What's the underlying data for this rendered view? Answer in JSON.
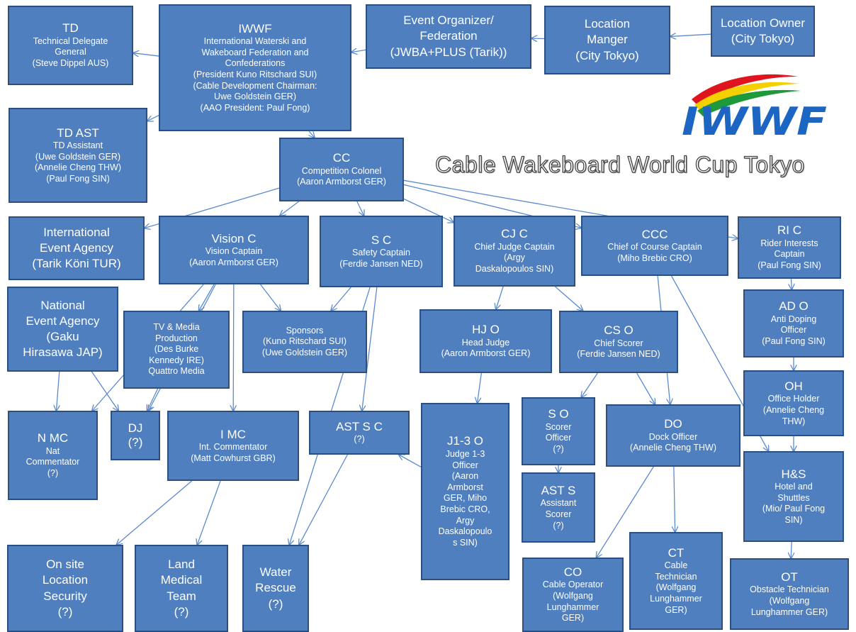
{
  "headline": "Cable Wakeboard World Cup Tokyo",
  "logo": {
    "text": "IWWF",
    "stripe_colors": [
      "#e0141e",
      "#f5d000",
      "#1f9a3a"
    ],
    "text_color": "#1d65c2"
  },
  "colors": {
    "box_fill": "#4f7fbf",
    "box_border": "#2c4f82",
    "connector": "#5b8ad0"
  },
  "nodes": {
    "td": {
      "title": "TD",
      "lines": [
        "Technical Delegate",
        "General",
        "(Steve Dippel AUS)"
      ]
    },
    "iwwf": {
      "title": "IWWF",
      "lines": [
        "International Waterski and",
        "Wakeboard Federation and",
        "Confederations",
        "(President Kuno Ritschard SUI)",
        "(Cable Development Chairman:",
        "Uwe Goldstein GER)",
        "(AAO President: Paul Fong)"
      ]
    },
    "eo": {
      "title": "",
      "lines": [
        "Event Organizer/",
        "Federation",
        "(JWBA+PLUS (Tarik))"
      ]
    },
    "lm": {
      "title": "",
      "lines": [
        "Location",
        "Manger",
        "(City Tokyo)"
      ]
    },
    "lo": {
      "title": "",
      "lines": [
        "Location Owner",
        "(City Tokyo)"
      ]
    },
    "tdast": {
      "title": "TD AST",
      "lines": [
        "TD Assistant",
        "(Uwe Goldstein GER)",
        "(Annelie Cheng THW)",
        "(Paul Fong  SIN)"
      ]
    },
    "cc": {
      "title": "CC",
      "lines": [
        "Competition Colonel",
        "(Aaron Armborst GER)"
      ]
    },
    "iea": {
      "title": "",
      "lines": [
        "International",
        "Event Agency",
        "(Tarik Köni TUR)"
      ]
    },
    "visc": {
      "title": "Vision C",
      "lines": [
        "Vision Captain",
        "(Aaron Armborst GER)"
      ]
    },
    "sc": {
      "title": "S C",
      "lines": [
        "Safety Captain",
        "(Ferdie Jansen NED)"
      ]
    },
    "cjc": {
      "title": "CJ C",
      "lines": [
        "Chief Judge Captain",
        "(Argy",
        "Daskalopoulos SIN)"
      ]
    },
    "ccc": {
      "title": "CCC",
      "lines": [
        "Chief of Course Captain",
        "(Miho Brebic CRO)"
      ]
    },
    "ric": {
      "title": "RI C",
      "lines": [
        "Rider Interests",
        "Captain",
        "(Paul Fong SIN)"
      ]
    },
    "nea": {
      "title": "",
      "lines": [
        "National",
        "Event Agency",
        "(Gaku",
        "Hirasawa JAP)"
      ]
    },
    "tvm": {
      "title": "",
      "lines": [
        "TV & Media",
        "Production",
        "(Des Burke",
        "Kennedy IRE)",
        "Quattro Media"
      ]
    },
    "spon": {
      "title": "",
      "lines": [
        "Sponsors",
        "(Kuno Ritschard SUI)",
        "(Uwe Goldstein GER)"
      ]
    },
    "hjo": {
      "title": "HJ O",
      "lines": [
        "Head Judge",
        "(Aaron Armborst GER)"
      ]
    },
    "cso": {
      "title": "CS O",
      "lines": [
        "Chief Scorer",
        "(Ferdie Jansen NED)"
      ]
    },
    "ado": {
      "title": "AD O",
      "lines": [
        "Anti Doping",
        "Officer",
        "(Paul Fong SIN)"
      ]
    },
    "oh": {
      "title": "OH",
      "lines": [
        "Office Holder",
        "(Annelie Cheng",
        "THW)"
      ]
    },
    "nmc": {
      "title": "N MC",
      "lines": [
        "Nat",
        "Commentator",
        "(?)"
      ]
    },
    "dj": {
      "title": "DJ",
      "lines": [
        "(?)"
      ]
    },
    "imc": {
      "title": "I MC",
      "lines": [
        "Int. Commentator",
        "(Matt Cowhurst GBR)"
      ]
    },
    "astsc": {
      "title": "AST S C",
      "lines": [
        "(?)"
      ]
    },
    "j13": {
      "title": "J1-3 O",
      "lines": [
        "Judge 1-3",
        "Officer",
        "(Aaron",
        "Armborst",
        "GER, Miho",
        "Brebic CRO,",
        "Argy",
        "Daskalopoulo",
        "s SIN)"
      ]
    },
    "so": {
      "title": "S O",
      "lines": [
        "Scorer",
        "Officer",
        "(?)"
      ]
    },
    "asts": {
      "title": "AST S",
      "lines": [
        "Assistant",
        "Scorer",
        "(?)"
      ]
    },
    "do": {
      "title": "DO",
      "lines": [
        "Dock Officer",
        "(Annelie Cheng THW)"
      ]
    },
    "hs": {
      "title": "H&S",
      "lines": [
        "Hotel and",
        "Shuttles",
        "(Mio/ Paul Fong",
        "SIN)"
      ]
    },
    "osls": {
      "title": "",
      "lines": [
        "On site",
        "Location",
        "Security",
        "(?)"
      ]
    },
    "lmt": {
      "title": "",
      "lines": [
        "Land",
        "Medical",
        "Team",
        "(?)"
      ]
    },
    "wr": {
      "title": "",
      "lines": [
        "Water",
        "Rescue",
        "(?)"
      ]
    },
    "co": {
      "title": "CO",
      "lines": [
        "Cable Operator",
        "(Wolfgang",
        "Lunghammer",
        "GER)"
      ]
    },
    "ct": {
      "title": "CT",
      "lines": [
        "Cable",
        "Technician",
        "(Wolfgang",
        "Lunghammer",
        "GER)"
      ]
    },
    "ot": {
      "title": "OT",
      "lines": [
        "Obstacle Technician",
        "(Wolfgang",
        "Lunghammer GER)"
      ]
    }
  },
  "edges": [
    [
      "iwwf",
      "td"
    ],
    [
      "iwwf",
      "tdast"
    ],
    [
      "iwwf",
      "cc"
    ],
    [
      "eo",
      "iwwf"
    ],
    [
      "lm",
      "eo"
    ],
    [
      "lo",
      "lm"
    ],
    [
      "cc",
      "iea"
    ],
    [
      "cc",
      "visc"
    ],
    [
      "cc",
      "sc"
    ],
    [
      "cc",
      "cjc"
    ],
    [
      "cc",
      "ccc"
    ],
    [
      "cc",
      "ric"
    ],
    [
      "visc",
      "tvm"
    ],
    [
      "visc",
      "spon"
    ],
    [
      "visc",
      "imc"
    ],
    [
      "visc",
      "dj"
    ],
    [
      "visc",
      "nmc"
    ],
    [
      "nea",
      "nmc"
    ],
    [
      "nea",
      "dj"
    ],
    [
      "tvm",
      "dj"
    ],
    [
      "sc",
      "astsc"
    ],
    [
      "sc",
      "spon"
    ],
    [
      "sc",
      "wr"
    ],
    [
      "cjc",
      "hjo"
    ],
    [
      "cjc",
      "cso"
    ],
    [
      "hjo",
      "j13"
    ],
    [
      "j13",
      "astsc"
    ],
    [
      "cso",
      "so"
    ],
    [
      "cso",
      "do"
    ],
    [
      "so",
      "asts"
    ],
    [
      "ccc",
      "do"
    ],
    [
      "ccc",
      "hs"
    ],
    [
      "do",
      "co"
    ],
    [
      "do",
      "ct"
    ],
    [
      "ric",
      "ado"
    ],
    [
      "ado",
      "oh"
    ],
    [
      "oh",
      "hs"
    ],
    [
      "hs",
      "ot"
    ],
    [
      "imc",
      "osls"
    ],
    [
      "imc",
      "lmt"
    ],
    [
      "astsc",
      "wr"
    ]
  ]
}
